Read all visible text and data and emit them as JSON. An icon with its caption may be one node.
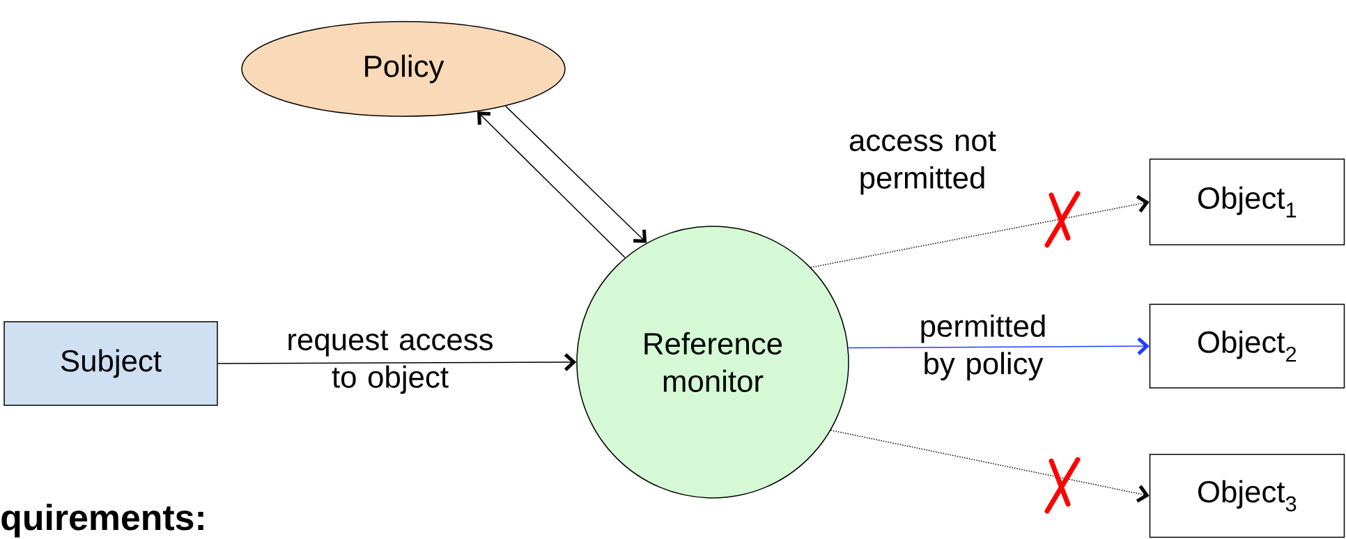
{
  "diagram": {
    "nodes": [
      {
        "text": [
          "Policy"
        ]
      },
      {
        "text": [
          "Subject"
        ]
      },
      {
        "text": [
          "Reference monitor"
        ]
      },
      {
        "text": [
          "Object$_{1}$"
        ]
      },
      {
        "text": [
          "Object$_{2}$"
        ]
      },
      {
        "text": [
          "Object$_{3}$"
        ]
      }
    ],
    "edges": [
      {
        "from": 1,
        "to": 2,
        "arrow": "to",
        "label": "request access to object"
      },
      {
        "from": 2,
        "to": 0,
        "arrow": "to"
      },
      {
        "from": 0,
        "to": 2,
        "arrow": "to"
      },
      {
        "from": 2,
        "to": 3,
        "arrow": "to",
        "style": "dashed",
        "label": "access not permitted"
      },
      {
        "from": 2,
        "to": 4,
        "arrow": "to",
        "color": "#1f3fff",
        "label": "permitted by policy"
      },
      {
        "from": 2,
        "to": 5,
        "arrow": "to",
        "style": "dashed"
      }
    ],
    "labels": [
      "quirements:"
    ]
  }
}
